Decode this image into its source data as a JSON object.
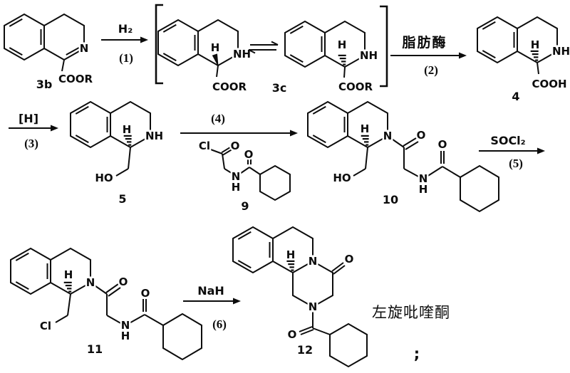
{
  "compounds": {
    "c3b": {
      "id": "3b",
      "n": "N",
      "ester": "COOR"
    },
    "c3c_left": {
      "h": "H",
      "nh": "NH",
      "ester": "COOR"
    },
    "c3c_right": {
      "id": "3c",
      "h": "H",
      "nh": "NH",
      "ester": "COOR"
    },
    "c4": {
      "id": "4",
      "h": "H",
      "nh": "NH",
      "acid": "COOH"
    },
    "c5": {
      "id": "5",
      "h": "H",
      "nh": "NH",
      "hydroxyl": "HO"
    },
    "c9": {
      "id": "9",
      "chloride": "Cl",
      "carbonyl_o1": "O",
      "carbonyl_o2": "O",
      "amide_n": "N",
      "amide_h": "H"
    },
    "c10": {
      "id": "10",
      "h": "H",
      "ring_n": "N",
      "hydroxyl": "HO",
      "carbonyl_o1": "O",
      "carbonyl_o2": "O",
      "amide_n": "N",
      "amide_h": "H"
    },
    "c11": {
      "id": "11",
      "h": "H",
      "ring_n": "N",
      "chloride": "Cl",
      "carbonyl_o1": "O",
      "carbonyl_o2": "O",
      "amide_n": "N",
      "amide_h": "H"
    },
    "c12": {
      "id": "12",
      "h": "H",
      "ring_n5": "N",
      "lactam_o": "O",
      "ring_n2": "N",
      "acyl_o": "O"
    }
  },
  "steps": {
    "s1": {
      "reagent": "H₂",
      "number": "(1)"
    },
    "s2": {
      "reagent": "脂肪酶",
      "number": "(2)"
    },
    "s3": {
      "reagent": "[H]",
      "number": "(3)"
    },
    "s4": {
      "number": "(4)"
    },
    "s5": {
      "reagent": "SOCl₂",
      "number": "(5)"
    },
    "s6": {
      "reagent": "NaH",
      "number": "(6)"
    }
  },
  "annotations": {
    "product_name": "左旋吡喹酮",
    "terminator": ";"
  }
}
